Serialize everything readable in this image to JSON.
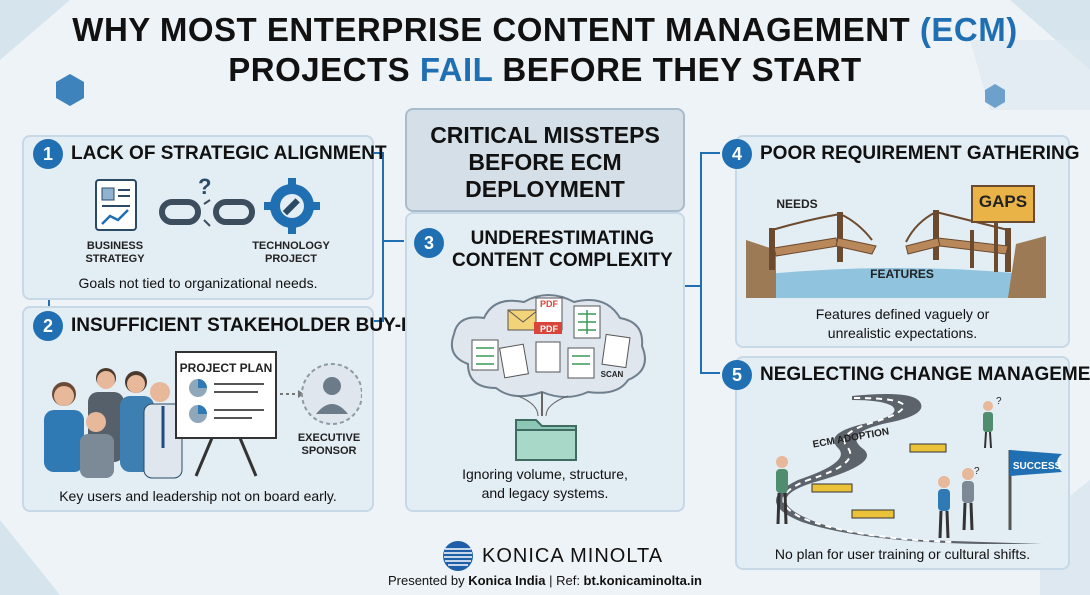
{
  "title": {
    "line1_a": "WHY MOST ENTERPRISE CONTENT MANAGEMENT ",
    "line1_b": "(ECM)",
    "line2_a": "PROJECTS ",
    "line2_b": "FAIL",
    "line2_c": " BEFORE THEY START"
  },
  "center": {
    "line1": "CRITICAL MISSTEPS",
    "line2": "BEFORE ECM",
    "line3": "DEPLOYMENT"
  },
  "sections": [
    {
      "num": "1",
      "heading": "LACK OF STRATEGIC ALIGNMENT",
      "label_a1": "BUSINESS",
      "label_a2": "STRATEGY",
      "label_b1": "TECHNOLOGY",
      "label_b2": "PROJECT",
      "caption": "Goals not tied to organizational needs."
    },
    {
      "num": "2",
      "heading": "INSUFFICIENT STAKEHOLDER BUY-IN",
      "board": "PROJECT PLAN",
      "sponsor1": "EXECUTIVE",
      "sponsor2": "SPONSOR",
      "caption": "Key users and leadership not on board early."
    },
    {
      "num": "3",
      "heading1": "UNDERESTIMATING",
      "heading2": "CONTENT COMPLEXITY",
      "pdf": "PDF",
      "scan": "SCAN",
      "caption1": "Ignoring volume, structure,",
      "caption2": "and legacy systems."
    },
    {
      "num": "4",
      "heading": "POOR REQUIREMENT GATHERING",
      "needs": "NEEDS",
      "gaps": "GAPS",
      "features": "FEATURES",
      "caption1": "Features defined vaguely or",
      "caption2": "unrealistic expectations."
    },
    {
      "num": "5",
      "heading": "NEGLECTING CHANGE MANAGEMENT",
      "road": "ECM ADOPTION",
      "flag": "SUCCESS",
      "caption": "No plan for user training or cultural shifts."
    }
  ],
  "footer": {
    "brand": "KONICA MINOLTA",
    "presented": "Presented by ",
    "company": "Konica India",
    "ref": " | Ref: ",
    "url": "bt.konicaminolta.in"
  },
  "colors": {
    "accent": "#1f6fb2",
    "panel": "#e3edf4",
    "title": "#111111"
  }
}
